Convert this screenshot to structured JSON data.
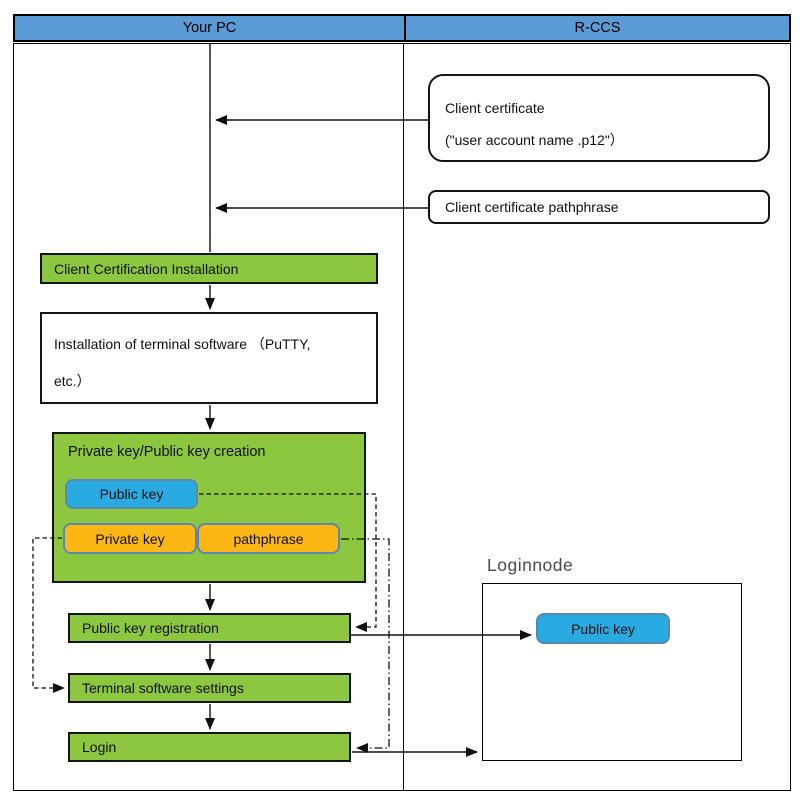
{
  "colors": {
    "header_fill": "#5B9BD5",
    "flow_green": "#8DC63F",
    "key_blue": "#29ABE2",
    "key_orange": "#FDB714",
    "sub_border": "#5B87B0",
    "ink": "#111111",
    "label_gray": "#4a4a4a"
  },
  "header": {
    "left_label": "Your PC",
    "right_label": "R-CCS"
  },
  "your_pc": {
    "client_cert_installation": "Client Certification Installation",
    "terminal_install": {
      "line1": "Installation of terminal software （PuTTY,",
      "line2": "etc.）"
    },
    "key_creation": {
      "title": "Private key/Public key creation",
      "public_key": "Public key",
      "private_key": "Private key",
      "pathphrase": "pathphrase"
    },
    "public_key_registration": "Public key registration",
    "terminal_software_settings": "Terminal software settings",
    "login": "Login"
  },
  "r_ccs": {
    "client_certificate": {
      "line1": "Client certificate",
      "line2": "(\"user account name .p12\"）"
    },
    "client_certificate_pathphrase": "Client certificate pathphrase",
    "loginnode": {
      "label": "Loginnode",
      "public_key": "Public key"
    }
  }
}
